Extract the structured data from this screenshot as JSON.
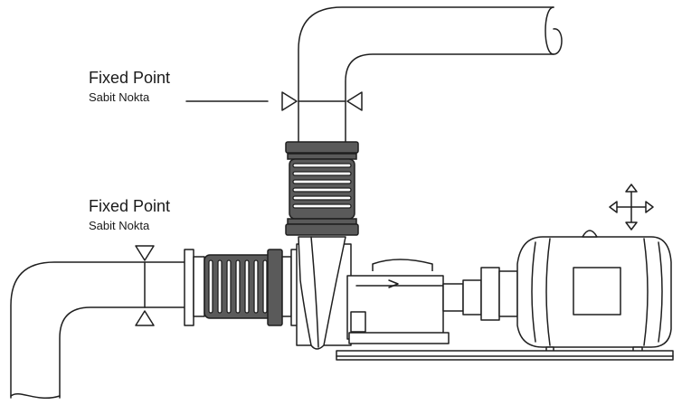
{
  "labels": {
    "fixed_point_top": {
      "title": "Fixed Point",
      "subtitle": "Sabit Nokta"
    },
    "fixed_point_left": {
      "title": "Fixed Point",
      "subtitle": "Sabit Nokta"
    }
  },
  "icons": {
    "fixed_point_marker": "triangle-anchor-icon",
    "movement_indicator": "four-way-arrow-icon"
  },
  "colors": {
    "line": "#1f1f1f",
    "bellows_fill": "#5a5a5a",
    "background": "#ffffff"
  }
}
